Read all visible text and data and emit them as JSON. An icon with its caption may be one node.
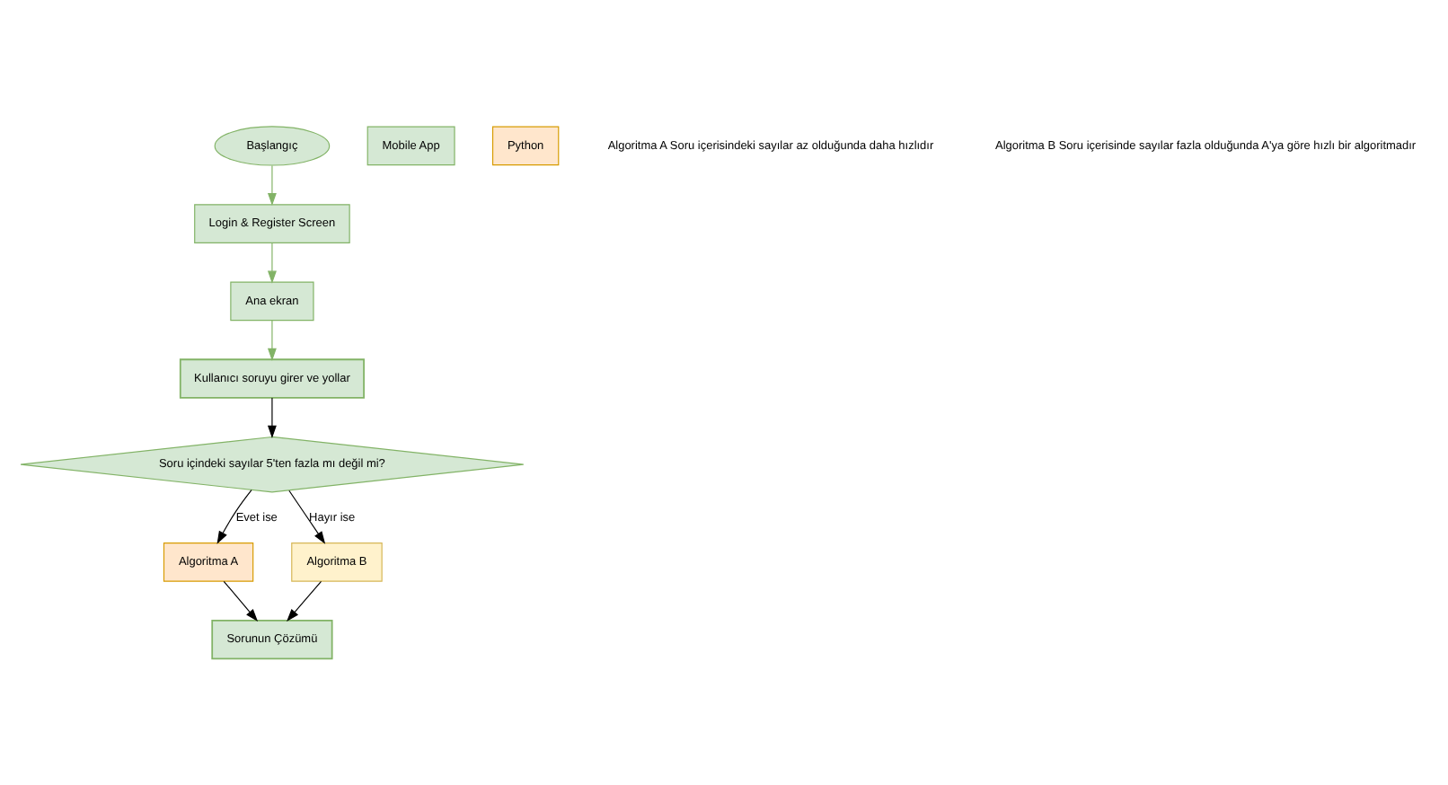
{
  "diagram": {
    "nodes": [
      {
        "text": [
          "Başlangıç"
        ]
      },
      {
        "text": [
          "Login & Register Screen"
        ]
      },
      {
        "text": [
          "Ana ekran"
        ]
      },
      {
        "text": [
          "Kullanıcı soruyu girer ve yollar"
        ]
      },
      {
        "text": [
          "Soru içindeki sayılar 5'ten fazla mı değil mi?"
        ]
      },
      {
        "text": [
          "Algoritma A"
        ]
      },
      {
        "text": [
          "Algoritma B"
        ]
      },
      {
        "text": [
          "Sorunun Çözümü"
        ]
      },
      {
        "text": [
          "Mobile App"
        ]
      },
      {
        "text": [
          "Python"
        ]
      }
    ],
    "edges": [
      {
        "from": 0,
        "to": 1,
        "arrow": "to",
        "color": "#82b366"
      },
      {
        "from": 1,
        "to": 2,
        "arrow": "to",
        "color": "#82b366"
      },
      {
        "from": 2,
        "to": 3,
        "arrow": "to",
        "color": "#82b366"
      },
      {
        "from": 3,
        "to": 4,
        "arrow": "to"
      },
      {
        "from": 4,
        "to": 5,
        "arrow": "to",
        "label": "Evet ise"
      },
      {
        "from": 4,
        "to": 6,
        "arrow": "to",
        "label": "Hayır ise"
      },
      {
        "from": 5,
        "to": 7,
        "arrow": "to"
      },
      {
        "from": 6,
        "to": 7,
        "arrow": "to"
      }
    ],
    "labels": [
      "Algoritma A Soru içerisindeki sayılar az olduğunda daha hızlıdır",
      "Algoritma B Soru içerisinde sayılar fazla olduğunda A'ya göre hızlı bir algoritmadır"
    ]
  }
}
